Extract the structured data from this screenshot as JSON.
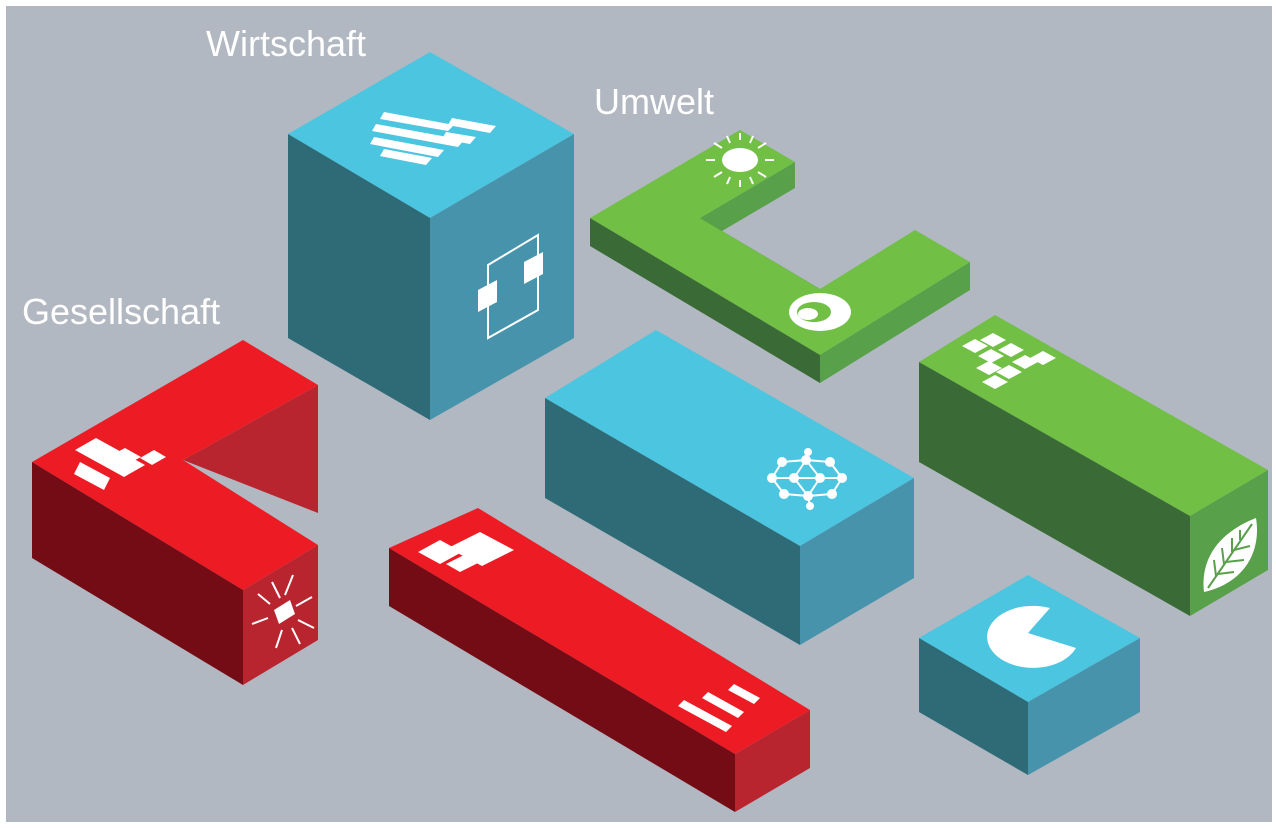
{
  "labels": {
    "economy": "Wirtschaft",
    "environment": "Umwelt",
    "society": "Gesellschaft"
  },
  "colors": {
    "background": "#b1b8c1",
    "blue_top": "#4cc5e0",
    "blue_left": "#2f6a77",
    "blue_right": "#4793ac",
    "green_top": "#71bf45",
    "green_left": "#3a6b37",
    "green_right": "#58a049",
    "red_top": "#ed1c24",
    "red_left": "#740c15",
    "red_right": "#b9252e",
    "icon": "#ffffff"
  },
  "blocks": [
    {
      "name": "economy-cube",
      "color": "blue",
      "icons": [
        "bar-grid-icon",
        "flow-chart-icon"
      ]
    },
    {
      "name": "environment-l-block",
      "color": "green",
      "icons": [
        "sun-icon",
        "eye-icon"
      ]
    },
    {
      "name": "society-l-block",
      "color": "red",
      "icons": [
        "tetris-icon",
        "light-burst-icon"
      ]
    },
    {
      "name": "network-block",
      "color": "blue",
      "icons": [
        "network-icon"
      ]
    },
    {
      "name": "long-red-bar",
      "color": "red",
      "icons": [
        "squares-icon",
        "list-bars-icon"
      ]
    },
    {
      "name": "green-bar",
      "color": "green",
      "icons": [
        "diamond-grid-icon",
        "leaf-icon"
      ]
    },
    {
      "name": "small-blue-cube",
      "color": "blue",
      "icons": [
        "pie-chart-icon"
      ]
    }
  ]
}
